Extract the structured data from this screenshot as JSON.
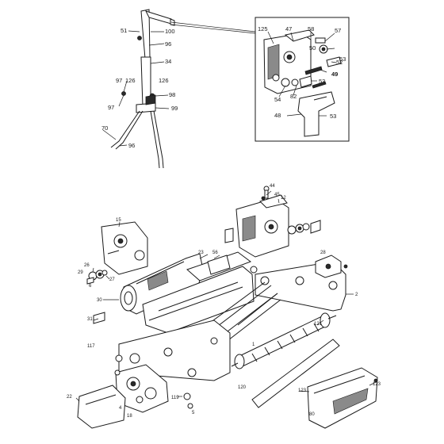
{
  "callouts": [
    {
      "id": "c51",
      "text": "51"
    },
    {
      "id": "c100",
      "text": "100"
    },
    {
      "id": "c96a",
      "text": "96"
    },
    {
      "id": "c34",
      "text": "34"
    },
    {
      "id": "c97a",
      "text": "97"
    },
    {
      "id": "c126a",
      "text": "126"
    },
    {
      "id": "c126b",
      "text": "126"
    },
    {
      "id": "c98",
      "text": "98"
    },
    {
      "id": "c97b",
      "text": "97"
    },
    {
      "id": "c99",
      "text": "99"
    },
    {
      "id": "c70",
      "text": "70"
    },
    {
      "id": "c96b",
      "text": "96"
    },
    {
      "id": "c125",
      "text": "125"
    },
    {
      "id": "c47",
      "text": "47"
    },
    {
      "id": "c58",
      "text": "58"
    },
    {
      "id": "c57",
      "text": "57"
    },
    {
      "id": "c50",
      "text": "50"
    },
    {
      "id": "c52",
      "text": "52"
    },
    {
      "id": "c53a",
      "text": "53"
    },
    {
      "id": "c49",
      "text": "49"
    },
    {
      "id": "c54",
      "text": "54"
    },
    {
      "id": "c82",
      "text": "82"
    },
    {
      "id": "c53b",
      "text": "53"
    },
    {
      "id": "c48",
      "text": "48"
    },
    {
      "id": "c53c",
      "text": "53"
    },
    {
      "id": "c44",
      "text": "44"
    },
    {
      "id": "c45",
      "text": "45"
    },
    {
      "id": "c15",
      "text": "15"
    },
    {
      "id": "c12",
      "text": "12"
    },
    {
      "id": "c23",
      "text": "23"
    },
    {
      "id": "c56",
      "text": "56"
    },
    {
      "id": "c26",
      "text": "26"
    },
    {
      "id": "c29",
      "text": "29"
    },
    {
      "id": "c27",
      "text": "27"
    },
    {
      "id": "c6",
      "text": "6"
    },
    {
      "id": "c30",
      "text": "30"
    },
    {
      "id": "c31",
      "text": "31"
    },
    {
      "id": "c28",
      "text": "28"
    },
    {
      "id": "c2",
      "text": "2"
    },
    {
      "id": "c121",
      "text": "121"
    },
    {
      "id": "c1",
      "text": "1"
    },
    {
      "id": "c117",
      "text": "117"
    },
    {
      "id": "c120",
      "text": "120"
    },
    {
      "id": "c123a",
      "text": "123"
    },
    {
      "id": "c123b",
      "text": "123"
    },
    {
      "id": "c80",
      "text": "80"
    },
    {
      "id": "c119",
      "text": "119"
    },
    {
      "id": "c5",
      "text": "5"
    },
    {
      "id": "c22",
      "text": "22"
    },
    {
      "id": "c4",
      "text": "4"
    },
    {
      "id": "c18",
      "text": "18"
    }
  ]
}
